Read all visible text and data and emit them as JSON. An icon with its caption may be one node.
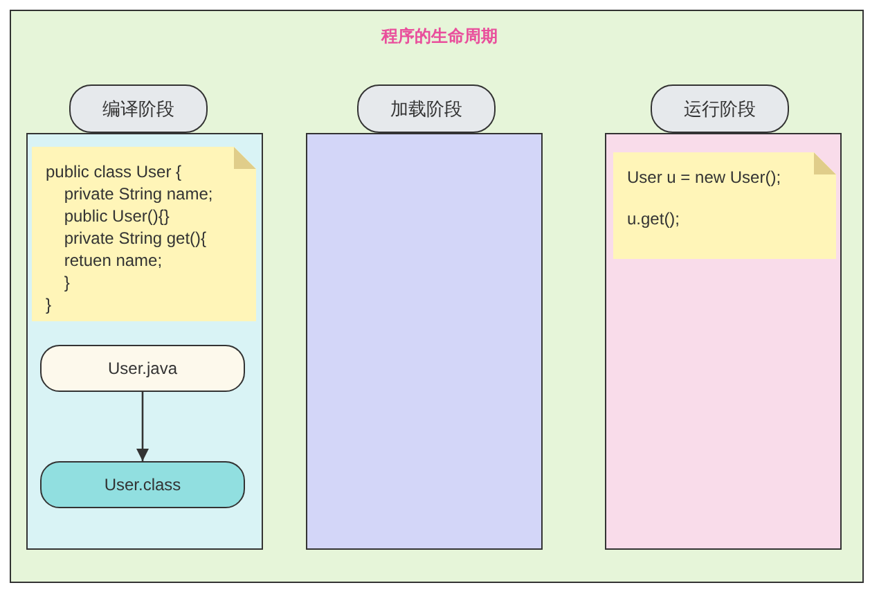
{
  "diagram": {
    "title": "程序的生命周期",
    "nodes": [
      {
        "text": [],
        "shape": "box"
      },
      {
        "text": [
          "编译阶段"
        ],
        "in": 0
      },
      {
        "text": [],
        "shape": "box",
        "in": 0
      },
      {
        "text": [
          "public class User {",
          "    private String name;",
          "    public User(){}",
          "    private String get(){",
          "    retuen name;",
          "    }",
          "}"
        ],
        "in": 2
      },
      {
        "text": [
          "User.java"
        ],
        "in": 2
      },
      {
        "text": [
          "User.class"
        ],
        "in": 2
      },
      {
        "text": [
          "加载阶段"
        ],
        "in": 0
      },
      {
        "text": [],
        "shape": "box",
        "in": 0
      },
      {
        "text": [
          "运行阶段"
        ],
        "in": 0
      },
      {
        "text": [],
        "shape": "box",
        "in": 0
      },
      {
        "text": [
          "User u = new User();",
          "u.get();"
        ],
        "in": 9
      }
    ],
    "edges": [
      {
        "from": 4,
        "to": 5,
        "arrow": "to"
      }
    ]
  }
}
